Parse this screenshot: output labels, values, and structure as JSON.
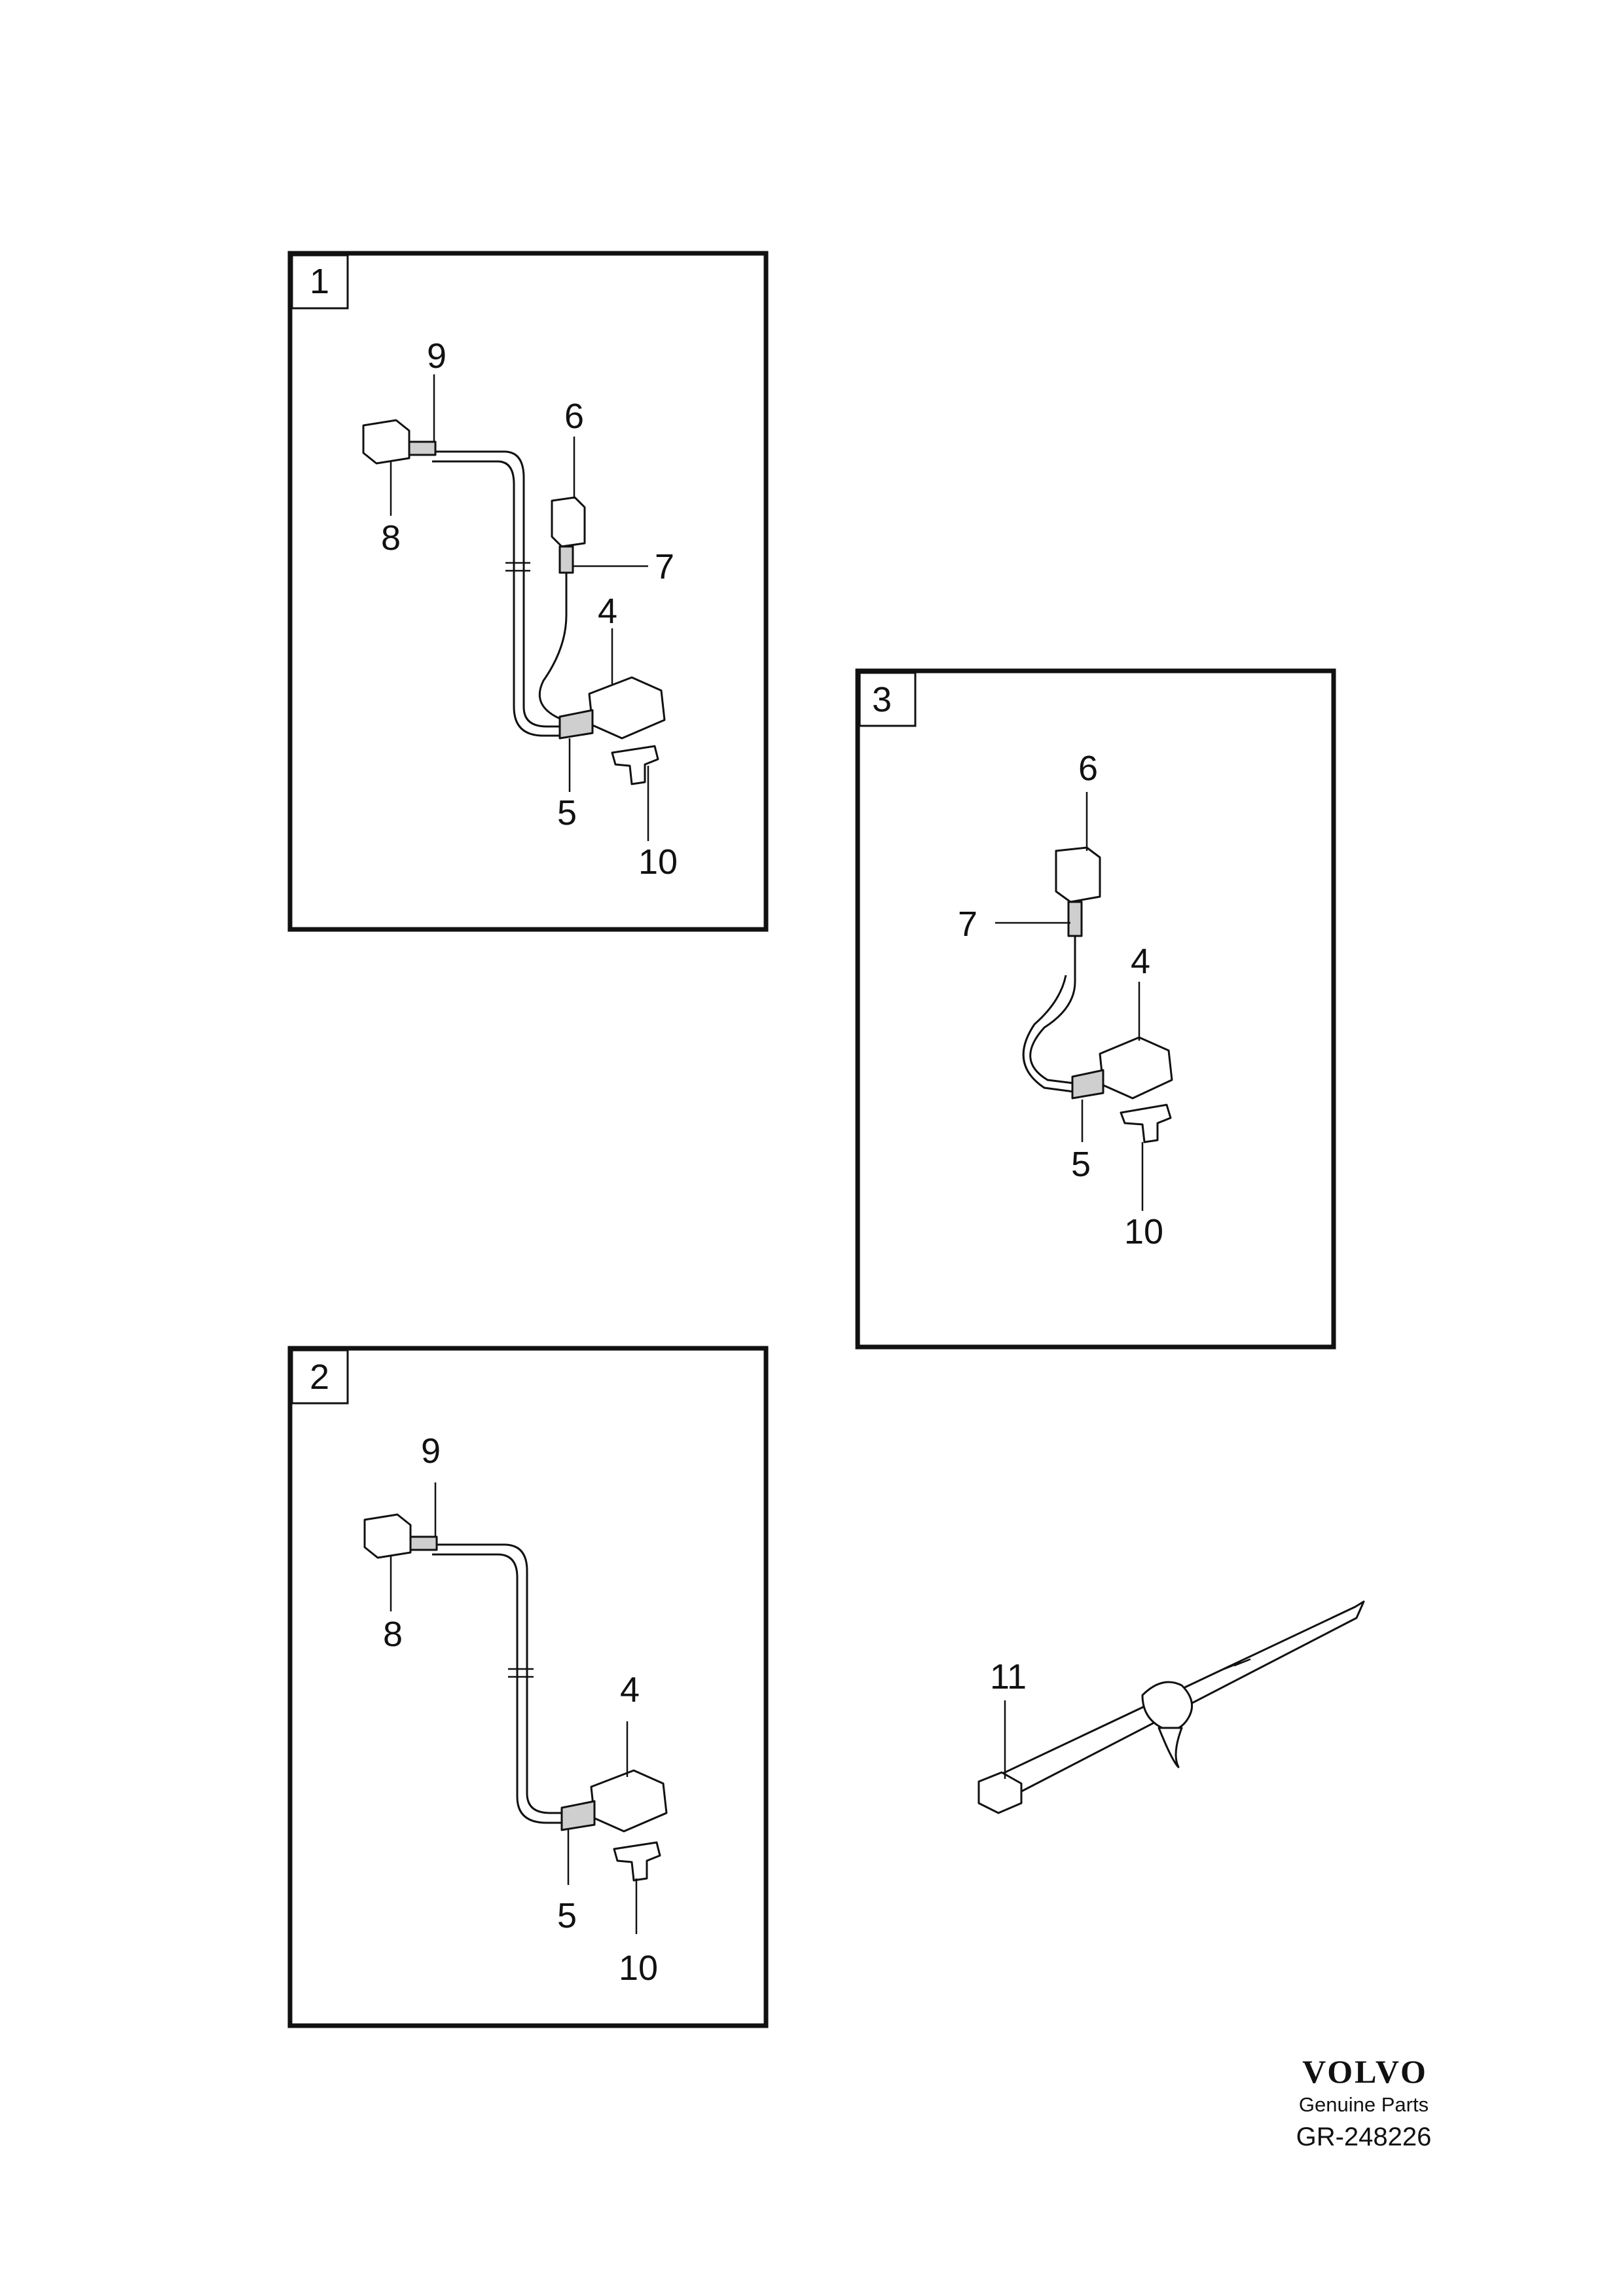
{
  "views": [
    {
      "number": "1",
      "callouts": {
        "p9": "9",
        "p6": "6",
        "p8": "8",
        "p7": "7",
        "p4": "4",
        "p5": "5",
        "p10": "10"
      }
    },
    {
      "number": "2",
      "callouts": {
        "p9": "9",
        "p8": "8",
        "p4": "4",
        "p5": "5",
        "p10": "10"
      }
    },
    {
      "number": "3",
      "callouts": {
        "p6": "6",
        "p7": "7",
        "p4": "4",
        "p5": "5",
        "p10": "10"
      }
    }
  ],
  "loose_part": {
    "callout": "11"
  },
  "footer": {
    "brand": "VOLVO",
    "subtitle": "Genuine Parts",
    "reference": "GR-248226"
  }
}
